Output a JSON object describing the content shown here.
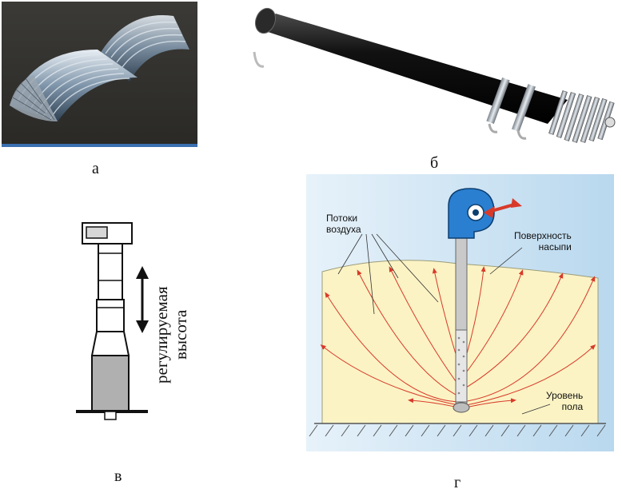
{
  "panels": {
    "a": {
      "caption": "а"
    },
    "b": {
      "caption": "б"
    },
    "c": {
      "caption": "в",
      "height_label_line1": "регулируемая",
      "height_label_line2": "высота"
    },
    "d": {
      "caption": "г",
      "label_air_flows_line1": "Потоки",
      "label_air_flows_line2": "воздуха",
      "label_surface_line1": "Поверхность",
      "label_surface_line2": "насыпи",
      "label_floor_line1": "Уровень",
      "label_floor_line2": "пола"
    }
  },
  "colors": {
    "sky_blue": "#cfe4f2",
    "grain_fill": "#fbf3c4",
    "flow_line": "#d83a2a",
    "fan_blue": "#2a7fd0",
    "tube_black": "#1b1b1b",
    "metal": "#b8bfc6"
  },
  "icons": [
    "arch-duct-photo",
    "aeration-tube-photo",
    "telescopic-fan-icon",
    "fan-icon"
  ]
}
